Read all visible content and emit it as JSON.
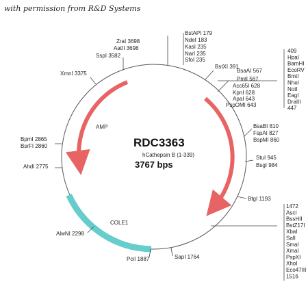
{
  "credit": "with permission from R&D Systems",
  "plasmid": {
    "name": "RDC3363",
    "insert": "hCathepsin B (1-339)",
    "size": "3767 bps"
  },
  "features": {
    "amp": "AMP",
    "cole1": "COLE1"
  },
  "colors": {
    "arrow": "#e86464",
    "cole1": "#66cccc",
    "circle": "#555555"
  },
  "labels": {
    "bstapi": "BstAPI 179",
    "ndei": "NdeI 183",
    "kasi": "KasI 235",
    "nari": "NarI 235",
    "sfoi": "SfoI 235",
    "bstxi": "BstXI 391",
    "bsaai": "BsaAI 567",
    "pmli": "PmlI 567",
    "acc65i": "Acc65I 628",
    "kpni": "KpnI 628",
    "apai": "ApaI 643",
    "psp": "PspOMI 643",
    "bsabi": "BsaBI 810",
    "fspai": "FspAI 827",
    "bspmi": "BspMI 860",
    "stui": "StuI 945",
    "bsgi": "BsgI 984",
    "btgi": "BtgI 1193",
    "sapi": "SapI 1764",
    "pcii": "PciI 1887",
    "alwni": "AlwNI 2298",
    "ahdi": "AhdI 2775",
    "bsrfi": "BsrFI 2860",
    "bpmi": "BpmI 2865",
    "xmni": "XmnI 3375",
    "sspi": "SspI 3582",
    "aatii": "AatII 3698",
    "zrai": "ZraI 3698"
  },
  "mcs1": {
    "start": "409",
    "sites": [
      "HpaI",
      "BamHI",
      "EcoRV",
      "BmtI",
      "NheI",
      "NotI",
      "EagI",
      "DraIII"
    ],
    "end": "447"
  },
  "mcs2": {
    "start": "1472",
    "sites": [
      "AscI",
      "BssHII",
      "BstZ17I",
      "XbaI",
      "SalI",
      "SmaI",
      "XmaI",
      "PspXI",
      "XhoI",
      "Eco47III"
    ],
    "end": "1516"
  }
}
